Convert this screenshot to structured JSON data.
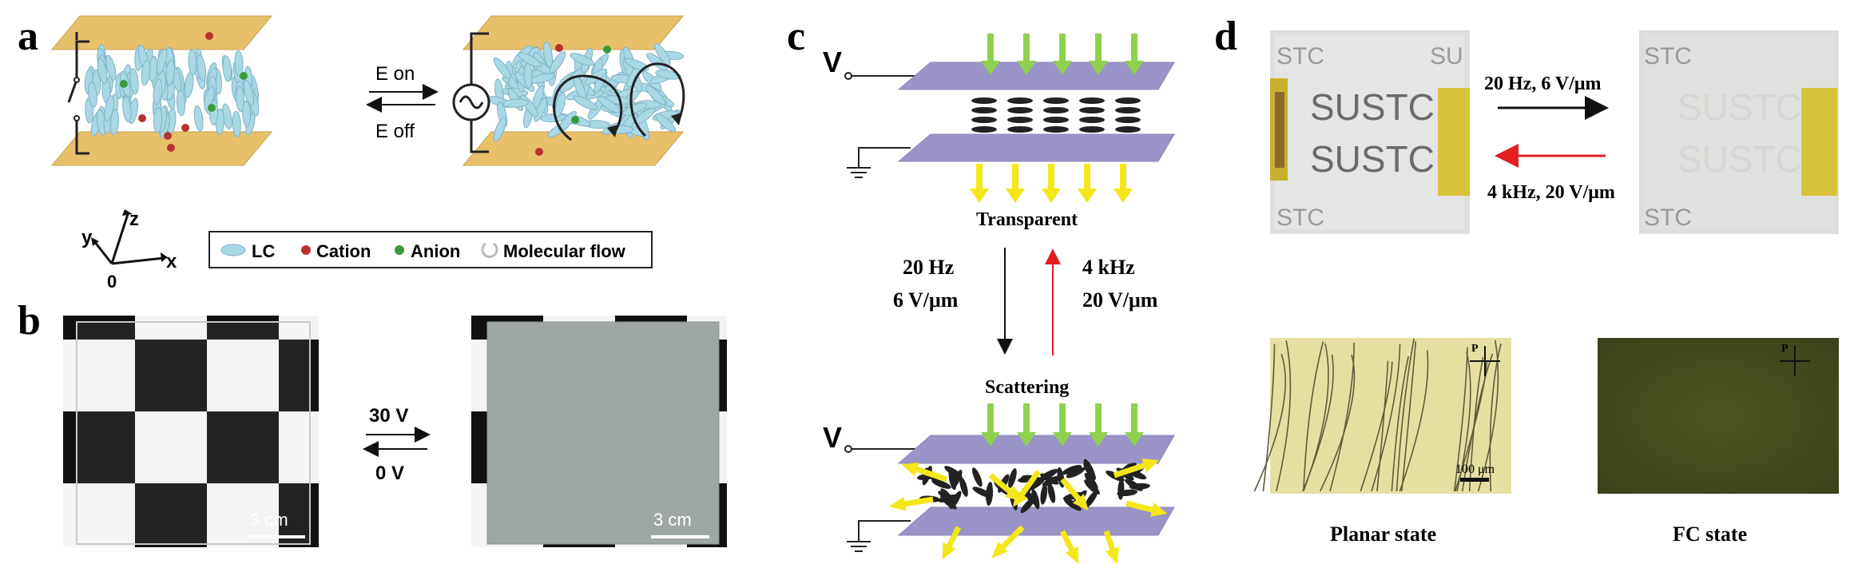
{
  "panel_labels": {
    "a": "a",
    "b": "b",
    "c": "c",
    "d": "d"
  },
  "panel_a": {
    "e_on": "E on",
    "e_off": "E off",
    "axes": {
      "x": "x",
      "y": "y",
      "z": "z",
      "origin": "0"
    },
    "legend": {
      "lc": "LC",
      "cation": "Cation",
      "anion": "Anion",
      "flow": "Molecular flow"
    },
    "colors": {
      "plate": "#e8c06a",
      "lc": "#a9d8e6",
      "cation": "#b8322f",
      "anion": "#3a9a3a"
    }
  },
  "panel_b": {
    "voltage_on": "30 V",
    "voltage_off": "0 V",
    "scale_left": "3 cm",
    "scale_right": "3 cm"
  },
  "panel_c": {
    "voltage_top": "V",
    "voltage_bottom": "V",
    "transparent": "Transparent",
    "scattering": "Scattering",
    "down_freq": "20 Hz",
    "down_field": "6 V/μm",
    "up_freq": "4 kHz",
    "up_field": "20 V/μm",
    "colors": {
      "plate": "#9a94c8",
      "arrow_green": "#8fd14f",
      "arrow_yellow": "#f5e61a",
      "arrow_red": "#e02020"
    }
  },
  "panel_d": {
    "forward": "20 Hz, 6 V/μm",
    "backward": "4 kHz, 20 V/μm",
    "cell_text_1": "SUSTC",
    "cell_text_2": "SUSTC",
    "edge_left_top": "STC",
    "edge_left_bottom": "STC",
    "edge_right": "SU",
    "polarizer": "P",
    "scale": "100 μm",
    "planar": "Planar state",
    "fc": "FC state"
  }
}
